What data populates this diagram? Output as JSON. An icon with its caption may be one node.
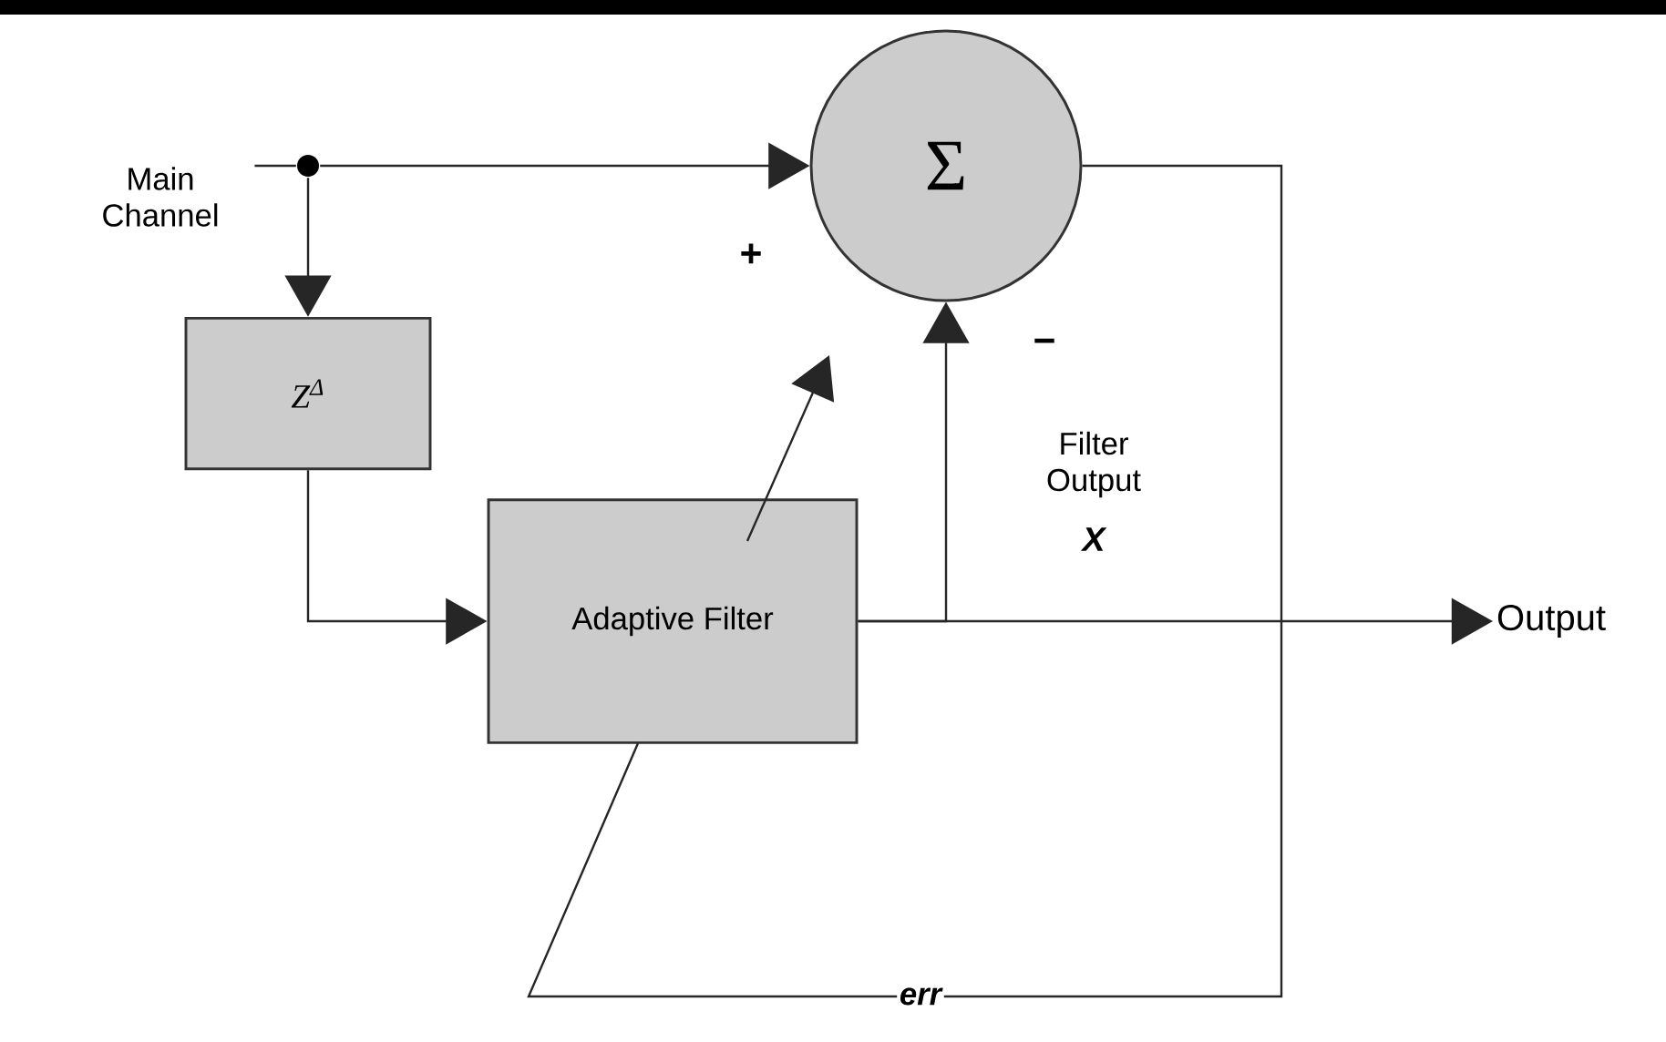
{
  "diagram": {
    "nodes": [
      {
        "text": [
          "Main Channel"
        ]
      },
      {
        "text": [],
        "shape": "circle"
      },
      {
        "text": [
          "Z$^{Δ}$"
        ]
      },
      {
        "text": [
          "Σ"
        ]
      },
      {
        "text": [
          "Adaptive Filter"
        ]
      },
      {
        "text": [
          "Output"
        ]
      }
    ],
    "edges": [
      {
        "from": 0,
        "to": 1,
        "arrow": "none"
      },
      {
        "from": 1,
        "to": 3,
        "arrow": "to"
      },
      {
        "from": 1,
        "to": 2,
        "arrow": "to"
      },
      {
        "from": 2,
        "to": 4,
        "arrow": "to"
      },
      {
        "from": 4,
        "to": 3,
        "arrow": "to"
      },
      {
        "from": 4,
        "to": 5,
        "arrow": "to"
      },
      {
        "from": 3,
        "to": 4,
        "arrow": "none",
        "label": "err"
      }
    ],
    "labels": [
      "+",
      "−",
      "Filter Output",
      "X"
    ]
  }
}
